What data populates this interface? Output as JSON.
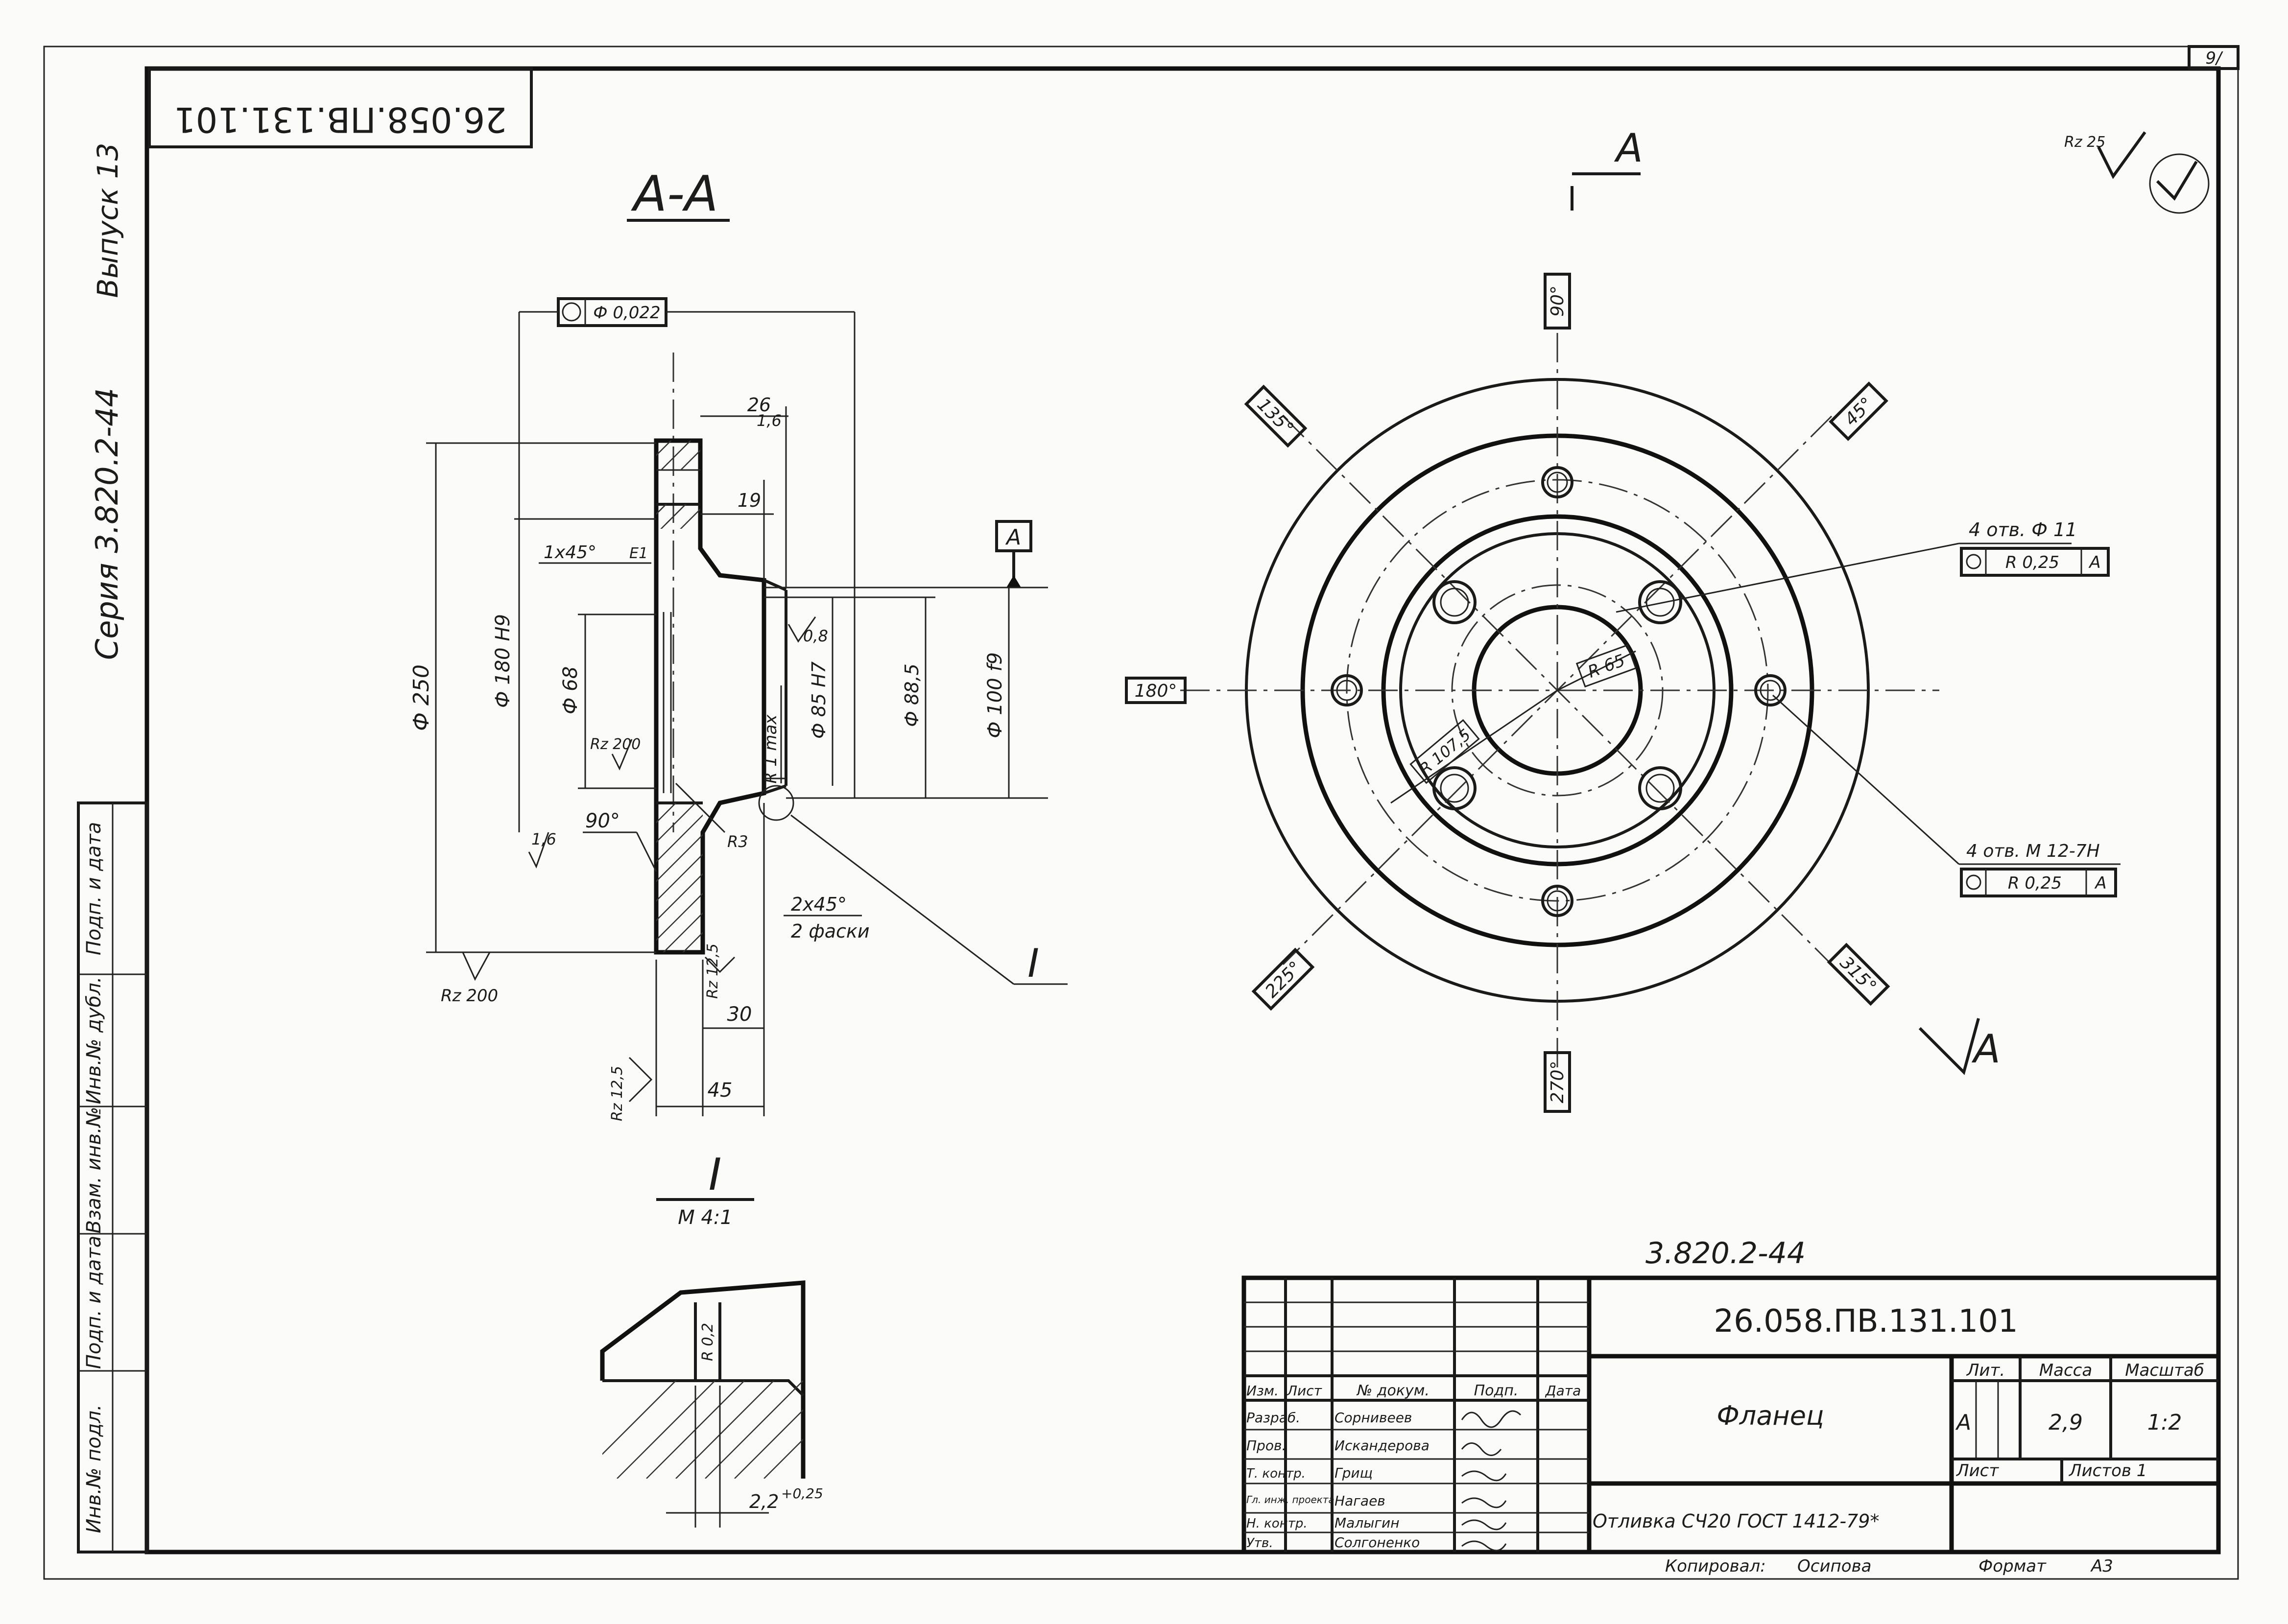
{
  "sheet": {
    "sheet_number": "9/",
    "rotated_code": "26.058.ПВ.131.101",
    "series_text": "Серия 3.820.2-44",
    "issue_text": "Выпуск 13",
    "roughness_general": "Rz 25"
  },
  "side_strip": {
    "cells": [
      "Инв.№ подл.",
      "Подп. и дата",
      "Взам. инв.№",
      "Инв.№ дубл.",
      "Подп. и дата"
    ]
  },
  "section_view": {
    "title": "А-А",
    "tolerance_frame": "Ф 0,022",
    "datum": "А",
    "dims": {
      "d250": "Ф 250",
      "d180": "Ф 180 Н9",
      "d68": "Ф 68",
      "d85": "Ф 85 Н7",
      "d88": "Ф 88,5",
      "d100": "Ф 100 f9",
      "w26": "26",
      "w19": "19",
      "w30": "30",
      "w45": "45",
      "chamfer1": "1х45°",
      "chamfer2": "2х45°",
      "chamfer2_note": "2 фаски",
      "r1": "R 1 max",
      "r3": "R3",
      "angle90": "90°",
      "rough_16a": "1,6",
      "rough_16b": "1,6",
      "rough_08": "0,8",
      "rough_rz200a": "Rz 200",
      "rough_rz200b": "Rz 200",
      "rough_rz125a": "Rz 12,5",
      "rough_rz125b": "Rz 12,5",
      "detail_callout": "I",
      "e1": "E1"
    }
  },
  "detail_view": {
    "title": "I",
    "scale": "М 4:1",
    "r02": "R 0,2",
    "dim_22": "2,2",
    "dim_tol": "+0,25"
  },
  "plan_view": {
    "section_mark": "А",
    "angles": [
      "90°",
      "45°",
      "135°",
      "180°",
      "225°",
      "270°",
      "315°"
    ],
    "r65": "R 65",
    "r1075": "R 107,5",
    "holes_note": "4 отв. Ф 11",
    "holes_tol": "R 0,25",
    "holes_datum": "А",
    "thread_note": "4 отв. М 12-7Н",
    "thread_tol": "R 0,25",
    "thread_datum": "А"
  },
  "title_block": {
    "series_code": "3.820.2-44",
    "doc_code": "26.058.ПВ.131.101",
    "name": "Фланец",
    "material": "Отливка СЧ20 ГОСТ 1412-79*",
    "headers": {
      "izm": "Изм.",
      "list": "Лист",
      "doc": "№ докум.",
      "sign": "Подп.",
      "date": "Дата",
      "lit": "Лит.",
      "mass": "Масса",
      "scale": "Масштаб"
    },
    "rows": [
      {
        "role": "Разраб.",
        "name": "Сорнивеев"
      },
      {
        "role": "Пров.",
        "name": "Искандерова"
      },
      {
        "role": "Т. контр.",
        "name": "Грищ"
      },
      {
        "role": "Гл. инж. проекта",
        "name": "Нагаев"
      },
      {
        "role": "Н. контр.",
        "name": "Малыгин"
      },
      {
        "role": "Утв.",
        "name": "Солгоненко"
      }
    ],
    "lit_value": "А",
    "mass_value": "2,9",
    "scale_value": "1:2",
    "sheet_label": "Лист",
    "sheets_label": "Листов 1",
    "copied_label": "Копировал:",
    "copied_name": "Осипова",
    "format_label": "Формат",
    "format_value": "А3"
  }
}
